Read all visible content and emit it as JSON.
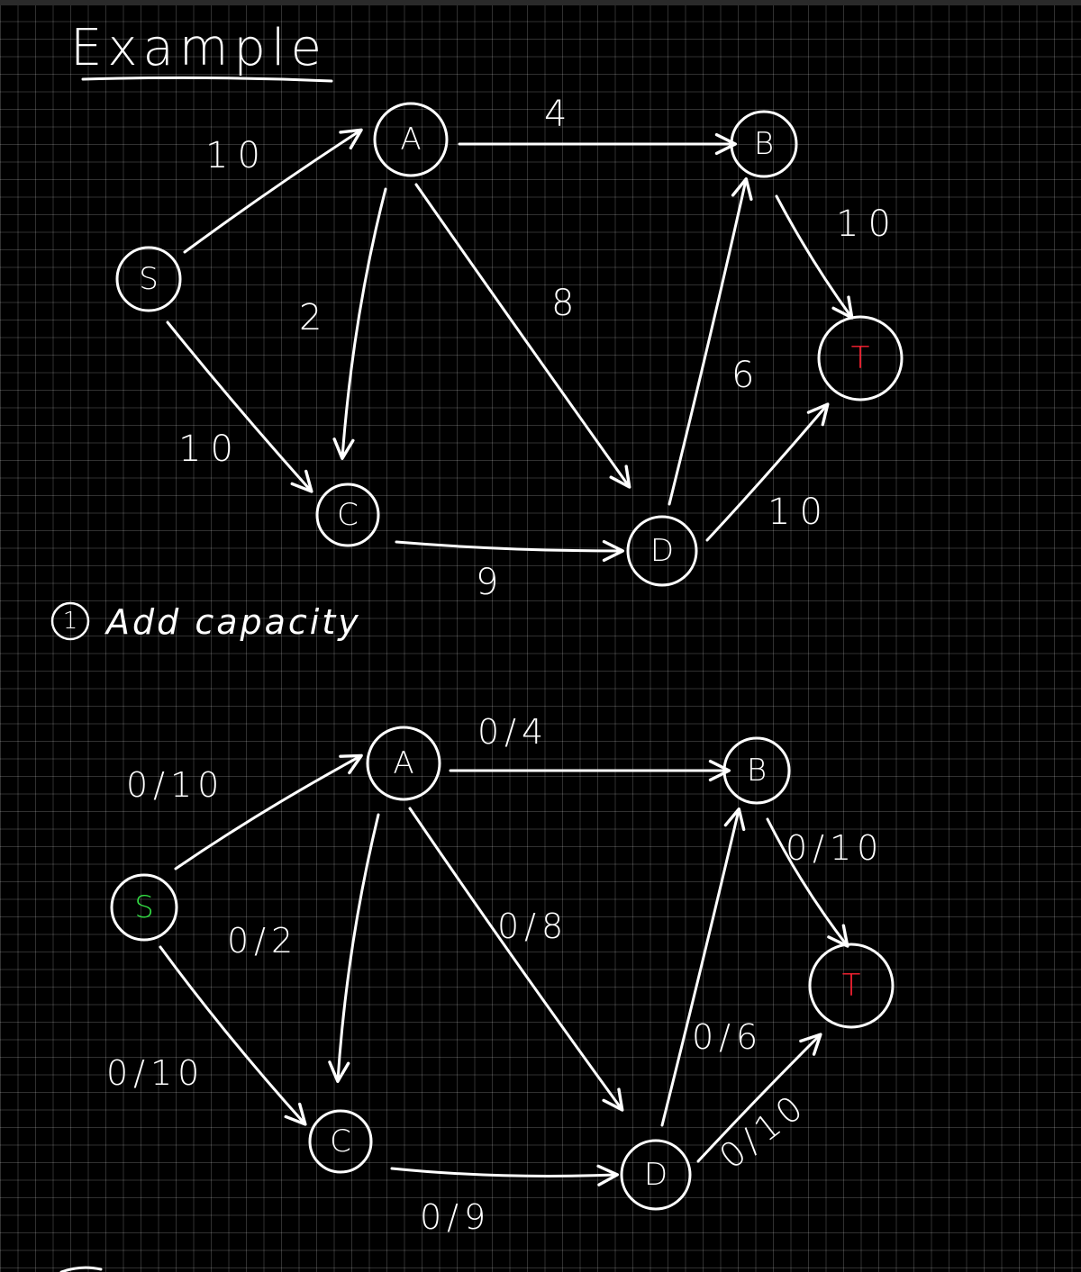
{
  "title": "Example",
  "step": {
    "number": "1",
    "text": "Add capacity"
  },
  "colors": {
    "background": "#000000",
    "ink": "#ffffff",
    "source": "#33dd44",
    "sink": "#ff2233"
  },
  "nodes": {
    "S": "S",
    "A": "A",
    "B": "B",
    "C": "C",
    "D": "D",
    "T": "T"
  },
  "graph1": {
    "weights": {
      "SA": "10",
      "SC": "10",
      "AB": "4",
      "AC": "2",
      "AD": "8",
      "CD": "9",
      "DB": "6",
      "BT": "10",
      "DT": "10"
    }
  },
  "graph2": {
    "weights": {
      "SA": "0/10",
      "SC": "0/10",
      "AB": "0/4",
      "AC": "0/2",
      "AD": "0/8",
      "CD": "0/9",
      "DB": "0/6",
      "BT": "0/10",
      "DT": "0/10"
    }
  }
}
